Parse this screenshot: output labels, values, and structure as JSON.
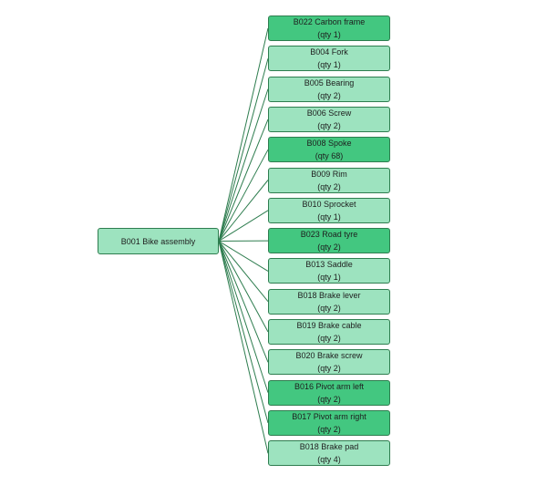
{
  "diagram": {
    "root": {
      "label": "B001 Bike assembly"
    },
    "children": [
      {
        "label": "B022 Carbon frame",
        "qty": "(qty 1)",
        "highlight": true
      },
      {
        "label": "B004 Fork",
        "qty": "(qty 1)",
        "highlight": false
      },
      {
        "label": "B005 Bearing",
        "qty": "(qty 2)",
        "highlight": false
      },
      {
        "label": "B006 Screw",
        "qty": "(qty 2)",
        "highlight": false
      },
      {
        "label": "B008 Spoke",
        "qty": "(qty 68)",
        "highlight": true
      },
      {
        "label": "B009 Rim",
        "qty": "(qty 2)",
        "highlight": false
      },
      {
        "label": "B010 Sprocket",
        "qty": "(qty 1)",
        "highlight": false
      },
      {
        "label": "B023 Road tyre",
        "qty": "(qty 2)",
        "highlight": true
      },
      {
        "label": "B013 Saddle",
        "qty": "(qty 1)",
        "highlight": false
      },
      {
        "label": "B018 Brake lever",
        "qty": "(qty 2)",
        "highlight": false
      },
      {
        "label": "B019 Brake cable",
        "qty": "(qty 2)",
        "highlight": false
      },
      {
        "label": "B020 Brake screw",
        "qty": "(qty 2)",
        "highlight": false
      },
      {
        "label": "B016 Pivot arm left",
        "qty": "(qty 2)",
        "highlight": true
      },
      {
        "label": "B017 Pivot arm right",
        "qty": "(qty 2)",
        "highlight": true
      },
      {
        "label": "B018 Brake pad",
        "qty": "(qty 4)",
        "highlight": false
      }
    ],
    "colors": {
      "light_fill": "#9de3bf",
      "highlight_fill": "#43c780",
      "border": "#2e7d4f",
      "connector": "#2e7d4f"
    }
  }
}
